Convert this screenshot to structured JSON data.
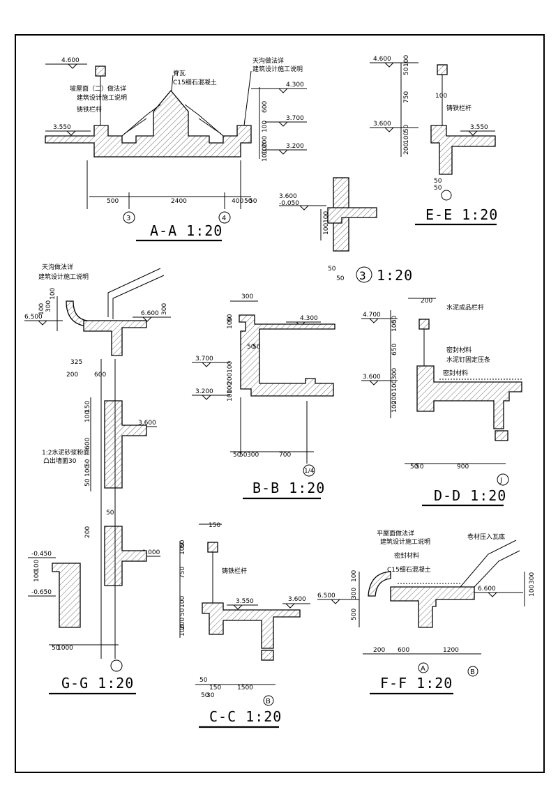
{
  "sheet": {
    "sections": {
      "aa": {
        "title": "A-A 1:20",
        "levels": [
          "4.600",
          "4.300",
          "3.700",
          "3.550",
          "3.200"
        ],
        "notes": [
          "脊瓦",
          "C15细石混凝土",
          "天沟做法详",
          "建筑设计施工说明",
          "坡屋面（二）做法详",
          "建筑设计施工说明",
          "铸铁栏杆"
        ],
        "dims": [
          "500",
          "2400",
          "400",
          "50",
          "50",
          "600",
          "100",
          "200",
          "100",
          "100"
        ],
        "axes": [
          "3",
          "4"
        ]
      },
      "ee": {
        "title": "E-E 1:20",
        "levels": [
          "4.600",
          "3.600",
          "3.550"
        ],
        "notes": [
          "铸铁栏杆"
        ],
        "dims": [
          "50",
          "100",
          "750",
          "50",
          "100",
          "200",
          "100",
          "50",
          "50"
        ]
      },
      "detail3": {
        "title": "1:20",
        "axis": "3",
        "levels": [
          "3.600",
          "-0.050"
        ],
        "dims": [
          "100",
          "100",
          "50",
          "50"
        ]
      },
      "gg": {
        "title": "G-G 1:20",
        "levels": [
          "6.500",
          "6.600",
          "3.600",
          "±0.000",
          "-0.450",
          "-0.650"
        ],
        "notes": [
          "天沟做法详",
          "建筑设计施工说明",
          "1:2水泥砂浆粉面",
          "凸出墙面30"
        ],
        "dims": [
          "100",
          "300",
          "100",
          "325",
          "200",
          "600",
          "300",
          "150",
          "100",
          "600",
          "50",
          "100",
          "50",
          "200",
          "100",
          "100",
          "50",
          "50",
          "1000"
        ]
      },
      "bb": {
        "title": "B-B 1:20",
        "levels": [
          "4.300",
          "3.700",
          "3.200"
        ],
        "dims": [
          "300",
          "50",
          "100",
          "50",
          "50",
          "100",
          "200",
          "100",
          "100",
          "50",
          "50",
          "300",
          "700"
        ],
        "axis": "1/4"
      },
      "dd": {
        "title": "D-D 1:20",
        "levels": [
          "4.700",
          "3.600"
        ],
        "notes": [
          "水泥成品栏杆",
          "密封材料",
          "水泥钉固定压条",
          "密封材料"
        ],
        "dims": [
          "200",
          "50",
          "100",
          "650",
          "300",
          "100",
          "200",
          "100",
          "50",
          "50",
          "900"
        ],
        "axis": "J"
      },
      "cc": {
        "title": "C-C 1:20",
        "levels": [
          "3.550",
          "3.600"
        ],
        "notes": [
          "铸铁栏杆"
        ],
        "dims": [
          "150",
          "50",
          "100",
          "750",
          "100",
          "50",
          "200",
          "100",
          "50",
          "150",
          "1500",
          "50",
          "30"
        ],
        "axis": "B"
      },
      "ff": {
        "title": "F-F 1:20",
        "levels": [
          "6.500",
          "6.600"
        ],
        "notes": [
          "平屋面做法详",
          "建筑设计施工说明",
          "密封材料",
          "C15细石混凝土",
          "卷材压入瓦底"
        ],
        "dims": [
          "100",
          "300",
          "500",
          "200",
          "600",
          "1200",
          "300",
          "100"
        ],
        "axes": [
          "A",
          "B"
        ]
      }
    }
  }
}
